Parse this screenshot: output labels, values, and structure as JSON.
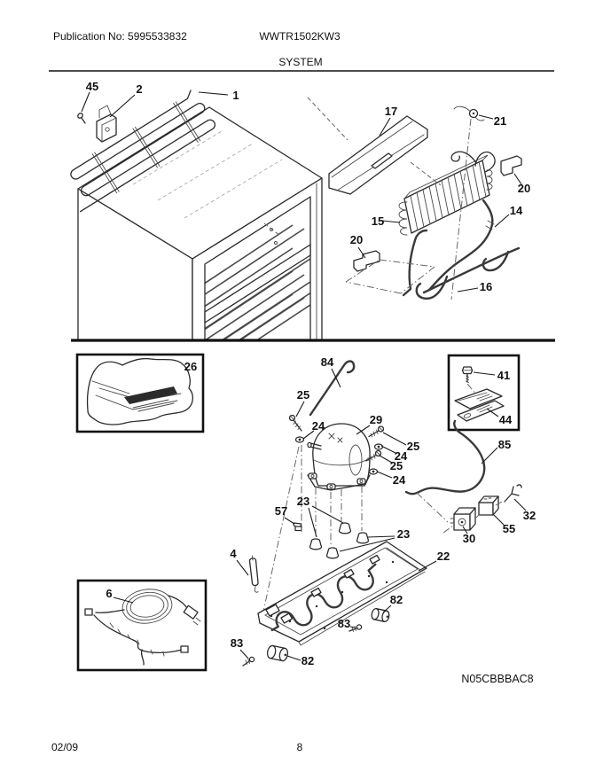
{
  "colors": {
    "ink": "#1a1a1a",
    "paper": "#ffffff"
  },
  "header": {
    "publication": "Publication No: 5995533832",
    "model": "WWTR1502KW3",
    "title": "SYSTEM"
  },
  "diagram": {
    "code": "N05CBBBAC8",
    "callouts": {
      "c45": "45",
      "c2": "2",
      "c1": "1",
      "c17": "17",
      "c21": "21",
      "c20_right": "20",
      "c15": "15",
      "c14": "14",
      "c20_left": "20",
      "c16": "16",
      "c26": "26",
      "c84": "84",
      "c25_left": "25",
      "c24_left": "24",
      "c29": "29",
      "c25_top_right": "25",
      "c24_top_right": "24",
      "c25_bottom_right": "25",
      "c24_bottom_right": "24",
      "c41": "41",
      "c44": "44",
      "c85": "85",
      "c57": "57",
      "c23_left": "23",
      "c23_right": "23",
      "c4": "4",
      "c22": "22",
      "c30": "30",
      "c55": "55",
      "c32": "32",
      "c82_right": "82",
      "c83_right": "83",
      "c83_left": "83",
      "c82_left": "82",
      "c6": "6"
    }
  },
  "footer": {
    "date": "02/09",
    "page": "8"
  }
}
